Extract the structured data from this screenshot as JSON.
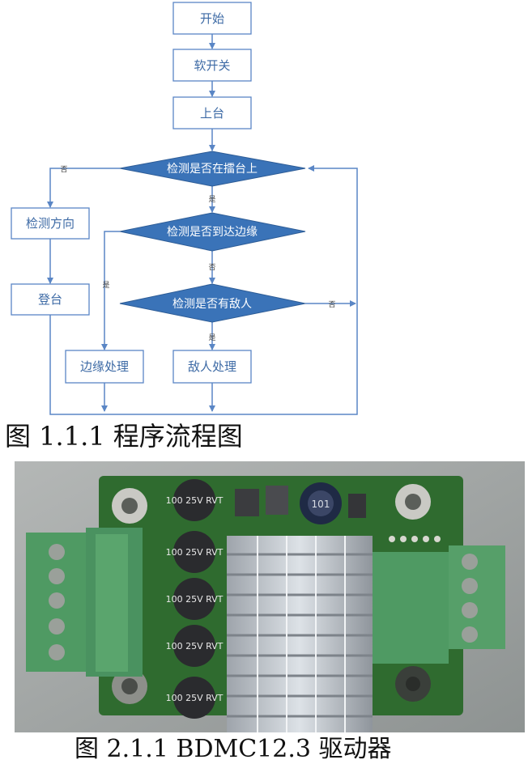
{
  "flowchart": {
    "start": "开始",
    "soft_switch": "软开关",
    "mount": "上台",
    "check_on_stage": "检测是否在擂台上",
    "check_edge": "检测是否到达边缘",
    "check_enemy": "检测是否有敌人",
    "detect_direction": "检测方向",
    "climb_stage": "登台",
    "edge_handling": "边缘处理",
    "enemy_handling": "敌人处理",
    "label_yes_1": "是",
    "label_no_1": "否",
    "label_yes_2": "是",
    "label_no_2": "否",
    "label_yes_3": "是",
    "label_no_3": "否"
  },
  "captions": {
    "figure1": "图 1.1.1 程序流程图",
    "figure2": "图 2.1.1 BDMC12.3 驱动器"
  },
  "photo": {
    "capacitor_labels": [
      "100 25V RVT",
      "100 25V RVT",
      "100 25V RVT",
      "100 25V RVT",
      "100 25V RVT"
    ],
    "inductor_label": "101"
  },
  "colors": {
    "box_border": "#5a86c5",
    "diamond_fill": "#3a73b8",
    "arrow": "#5a86c5",
    "pcb_green": "#2f6b2f",
    "terminal_green": "#4f9a63"
  }
}
